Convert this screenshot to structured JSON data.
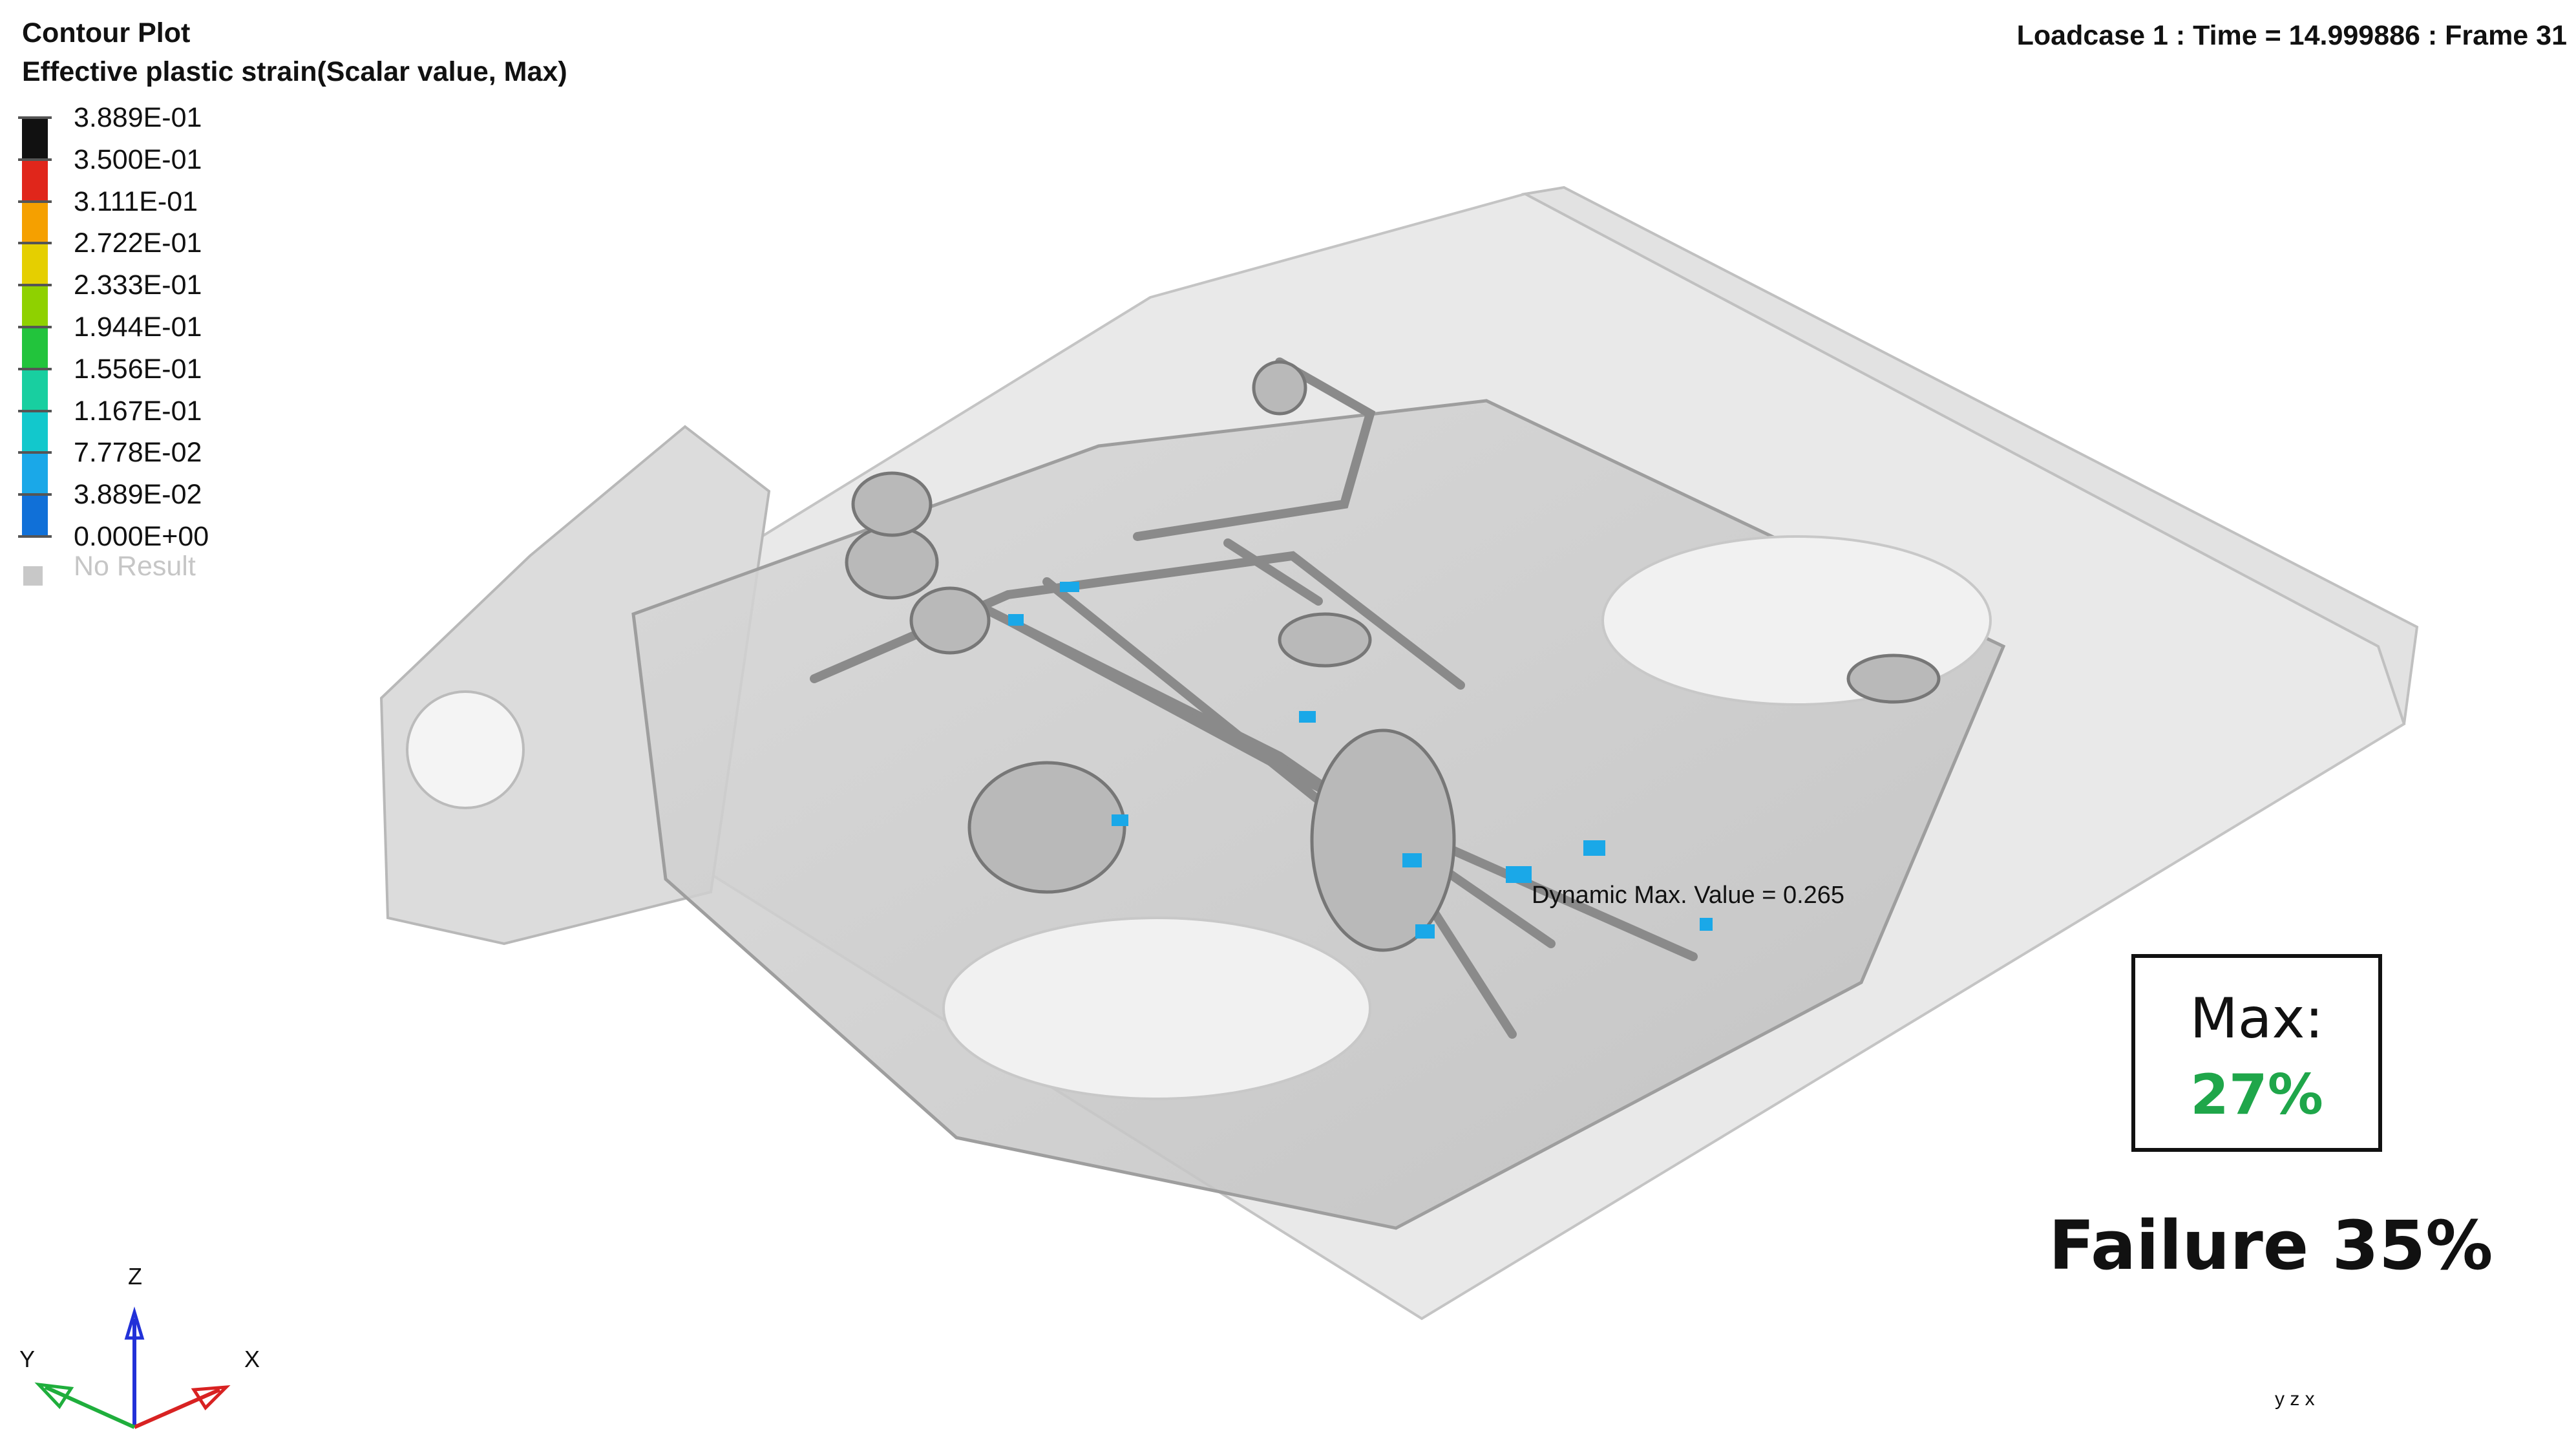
{
  "header": {
    "title": "Contour Plot",
    "subtitle": "Effective plastic strain(Scalar value, Max)",
    "loadcase": "Loadcase 1 : Time = 14.999886 : Frame 31"
  },
  "legend": {
    "labels": [
      "3.889E-01",
      "3.500E-01",
      "3.111E-01",
      "2.722E-01",
      "2.333E-01",
      "1.944E-01",
      "1.556E-01",
      "1.167E-01",
      "7.778E-02",
      "3.889E-02",
      "0.000E+00"
    ],
    "colors": [
      "#111111",
      "#e0261b",
      "#f5a000",
      "#e5cf00",
      "#8fd100",
      "#22c43c",
      "#18cfa0",
      "#12c8cc",
      "#1aa8e8",
      "#1070d8"
    ],
    "no_result": "No Result",
    "no_result_color": "#c8c8c8"
  },
  "annotation": {
    "dynamic_max": "Dynamic Max. Value =  0.265"
  },
  "summary": {
    "max_label": "Max:",
    "max_value": "27%",
    "max_color": "#1fa64a",
    "failure": "Failure 35%"
  },
  "triad": {
    "z": "Z",
    "y": "Y",
    "x": "X",
    "mini": "y z x"
  }
}
